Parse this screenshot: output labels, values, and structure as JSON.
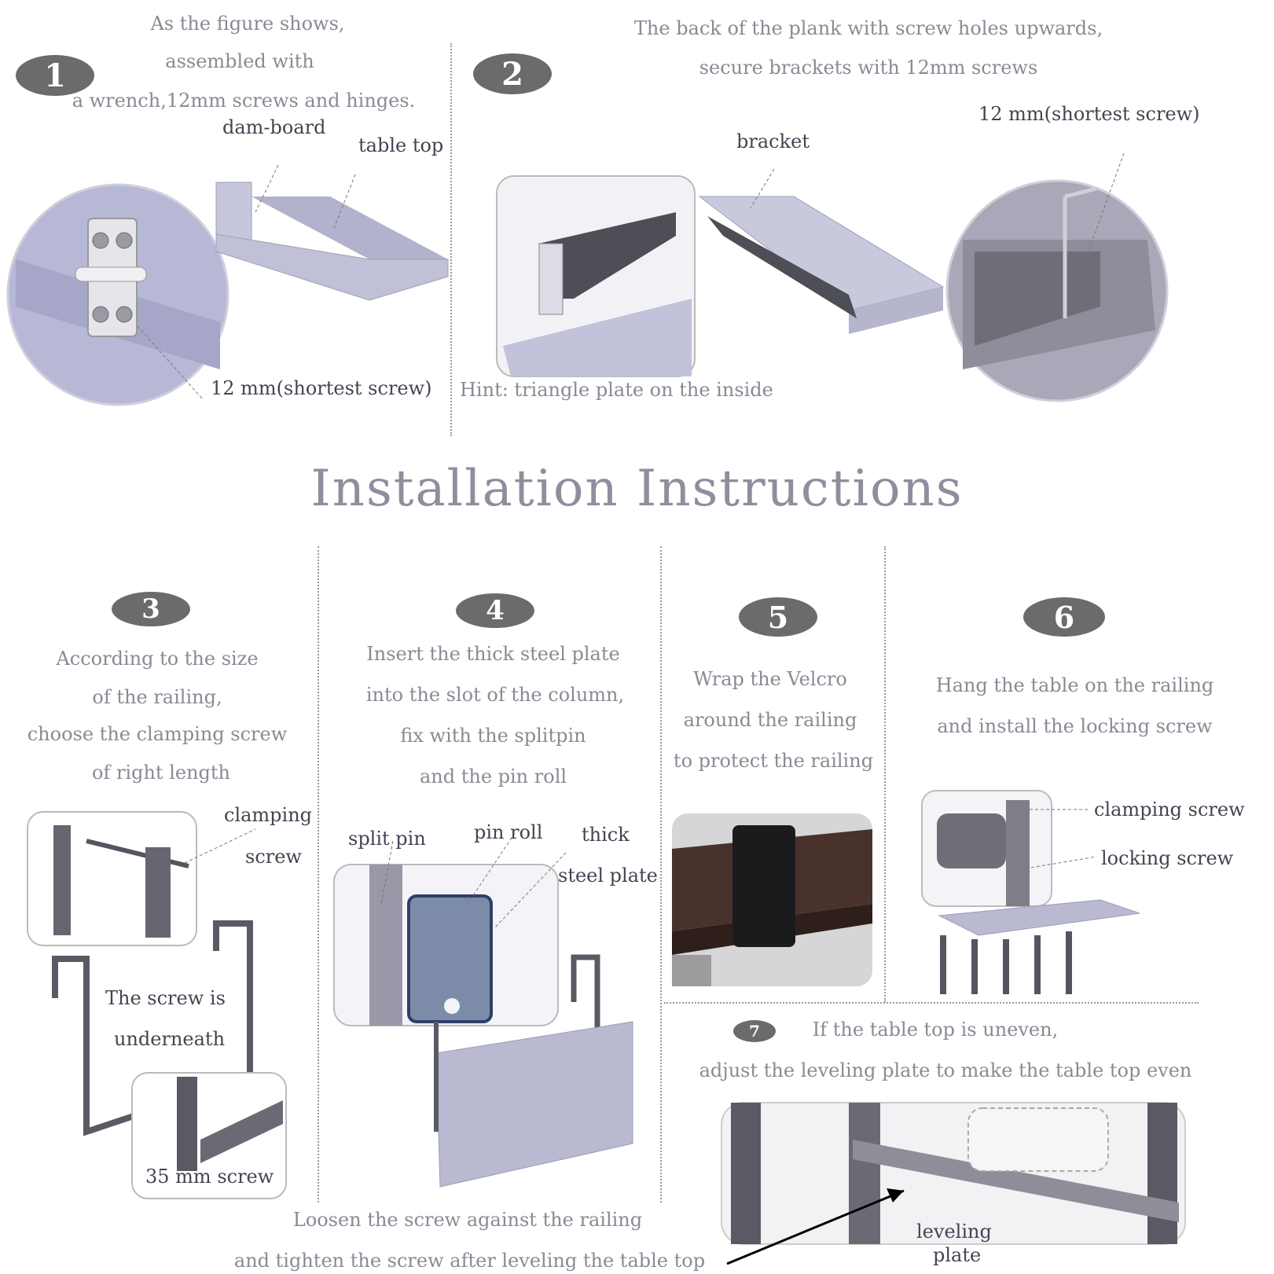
{
  "title": "Installation Instructions",
  "steps": {
    "s1": {
      "number": "1",
      "text": [
        "As the figure shows,",
        "assembled with",
        "a wrench,12mm screws and hinges."
      ],
      "labels": {
        "dam_board": "dam-board",
        "table_top": "table top",
        "screw": "12 mm(shortest screw)"
      }
    },
    "s2": {
      "number": "2",
      "text": [
        "The back of the plank with screw holes upwards,",
        "secure brackets with 12mm screws"
      ],
      "labels": {
        "bracket": "bracket",
        "screw": "12 mm(shortest screw)",
        "hint": "Hint: triangle plate on the inside"
      }
    },
    "s3": {
      "number": "3",
      "text": [
        "According to the size",
        "of the railing,",
        "choose the clamping screw",
        "of right length"
      ],
      "labels": {
        "clamping1": "clamping",
        "clamping2": "screw",
        "underneath1": "The screw is",
        "underneath2": "underneath",
        "screw35": "35 mm screw"
      }
    },
    "s4": {
      "number": "4",
      "text": [
        "Insert the thick steel plate",
        "into the slot of the column,",
        "fix with the splitpin",
        "and the pin roll"
      ],
      "labels": {
        "split_pin": "split pin",
        "pin_roll": "pin roll",
        "thick": "thick",
        "steel_plate": "steel plate"
      }
    },
    "s5": {
      "number": "5",
      "text": [
        "Wrap the Velcro",
        "around the railing",
        "to protect the railing"
      ]
    },
    "s6": {
      "number": "6",
      "text": [
        "Hang the table on the railing",
        "and install the locking screw"
      ],
      "labels": {
        "clamping_screw": "clamping screw",
        "locking_screw": "locking screw"
      }
    },
    "s7": {
      "number": "7",
      "text": [
        "If the table top is uneven,",
        "adjust the leveling plate to make the table top even"
      ],
      "labels": {
        "leveling1": "leveling",
        "leveling2": "plate"
      }
    }
  },
  "bottom_note": [
    "Loosen the screw against the railing",
    "and tighten the screw after leveling the table top"
  ],
  "colors": {
    "badge": "#6b6b6b",
    "text_light": "#8a8a96",
    "text_dark": "#444452",
    "lavender": "#b9b9d2",
    "metal": "#4e4e56"
  }
}
